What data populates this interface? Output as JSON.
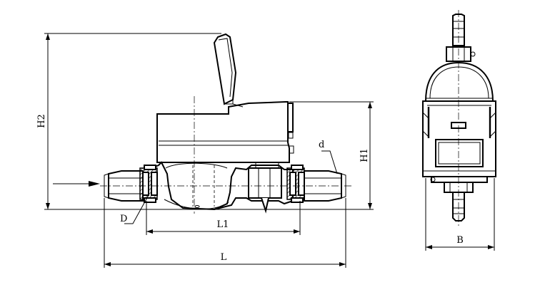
{
  "labels": {
    "h2": "H2",
    "h1": "H1",
    "d_small": "d",
    "d_large": "D",
    "l1": "L1",
    "l": "L",
    "b": "B"
  }
}
